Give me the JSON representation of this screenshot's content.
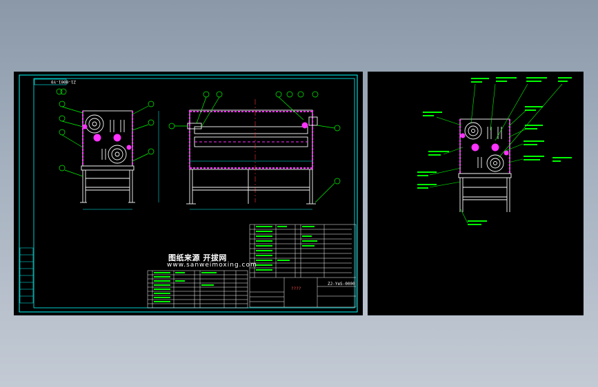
{
  "watermark": {
    "title": "图纸来源   开拔网",
    "url": "www.sanweimoxing.com"
  },
  "drawing": {
    "part_number_mirrored": "Z1-0001-Y0",
    "project_title": "????",
    "drawing_code": "ZJ-YeS-0000"
  },
  "colors": {
    "background_top": "#8a98a8",
    "background_bottom": "#c3cad4",
    "sheet": "#000000",
    "frame": "#00ffff",
    "geometry": "#ffffff",
    "highlight": "#ff33ff",
    "balloons": "#00ff00",
    "centerline": "#ff3333"
  }
}
